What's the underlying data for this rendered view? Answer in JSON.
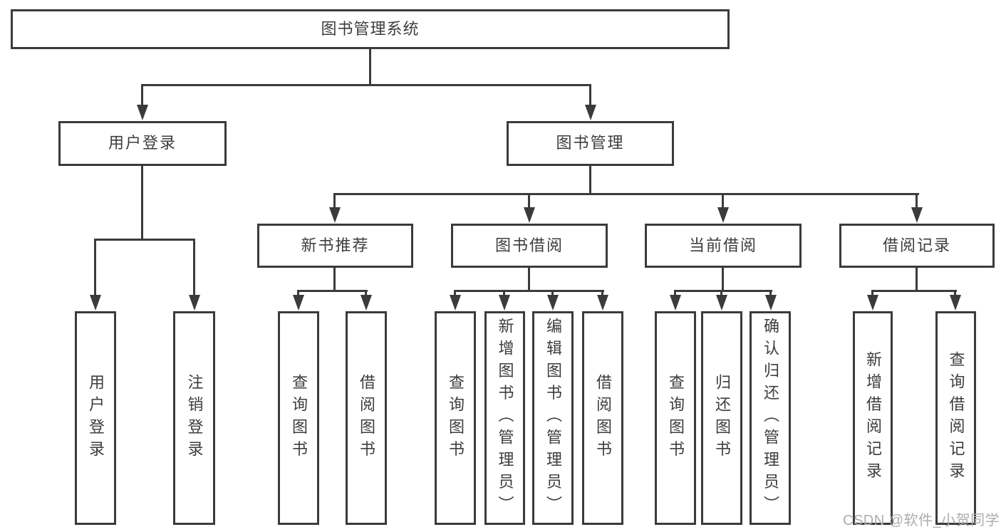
{
  "diagram_title": "图书管理系统",
  "tree": {
    "root": {
      "label": "图书管理系统",
      "children": [
        {
          "label": "用户登录",
          "children": [
            {
              "label": "用户登录"
            },
            {
              "label": "注销登录"
            }
          ]
        },
        {
          "label": "图书管理",
          "children": [
            {
              "label": "新书推荐",
              "children": [
                {
                  "label": "查询图书"
                },
                {
                  "label": "借阅图书"
                }
              ]
            },
            {
              "label": "图书借阅",
              "children": [
                {
                  "label": "查询图书"
                },
                {
                  "label": "新增图书（管理员）"
                },
                {
                  "label": "编辑图书（管理员）"
                },
                {
                  "label": "借阅图书"
                }
              ]
            },
            {
              "label": "当前借阅",
              "children": [
                {
                  "label": "查询图书"
                },
                {
                  "label": "归还图书"
                },
                {
                  "label": "确认归还（管理员）"
                }
              ]
            },
            {
              "label": "借阅记录",
              "children": [
                {
                  "label": "新增借阅记录"
                },
                {
                  "label": "查询借阅记录"
                }
              ]
            }
          ]
        }
      ]
    }
  },
  "watermark": "CSDN @软件_小贺同学",
  "colors": {
    "line": "#3b3b3b",
    "text": "#3d3d3d",
    "watermark": "#acacac",
    "background": "#ffffff"
  }
}
